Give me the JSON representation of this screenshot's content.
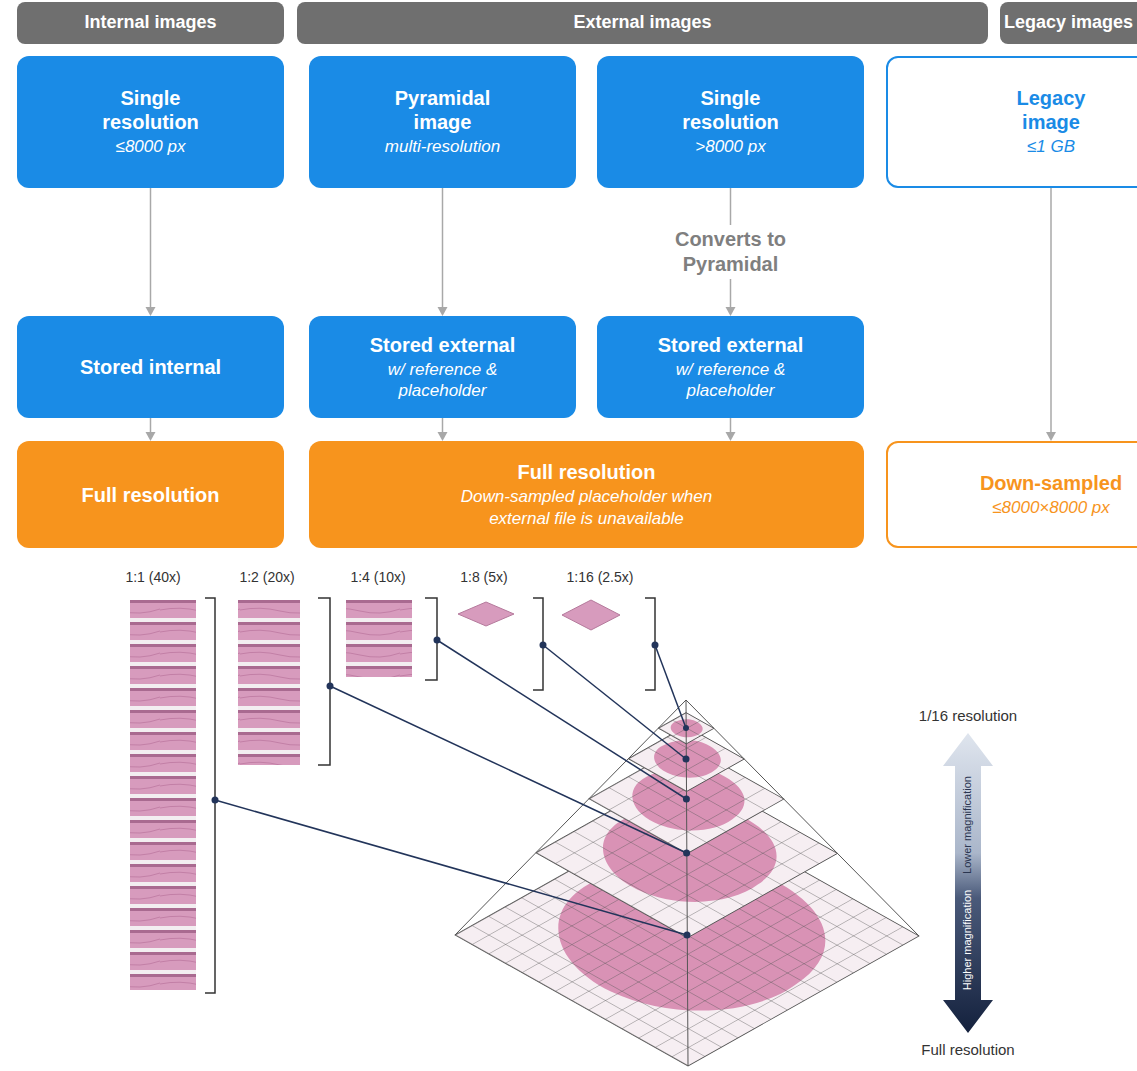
{
  "diagram": {
    "nodes": [
      {
        "text": [
          "Internal images"
        ]
      },
      {
        "text": [
          "External images"
        ]
      },
      {
        "text": [
          "Legacy images"
        ]
      },
      {
        "text": [
          "Single resolution",
          "≤8000 px"
        ]
      },
      {
        "text": [
          "Pyramidal image",
          "multi-resolution"
        ]
      },
      {
        "text": [
          "Single resolution",
          ">8000 px"
        ]
      },
      {
        "text": [
          "Legacy image",
          "≤1 GB"
        ]
      },
      {
        "text": [
          "Stored internal"
        ]
      },
      {
        "text": [
          "Stored external",
          "w/ reference & placeholder"
        ]
      },
      {
        "text": [
          "Stored external",
          "w/ reference & placeholder"
        ]
      },
      {
        "text": [
          "Full resolution"
        ]
      },
      {
        "text": [
          "Full resolution",
          "Down-sampled placeholder when external file is unavailable"
        ]
      },
      {
        "text": [
          "Down-sampled",
          "≤8000×8000 px"
        ]
      }
    ],
    "edges": [
      {
        "from": 3,
        "to": 7,
        "arrow": "to"
      },
      {
        "from": 4,
        "to": 8,
        "arrow": "to"
      },
      {
        "from": 5,
        "to": 9,
        "label": "Converts to Pyramidal",
        "arrow": "to"
      },
      {
        "from": 6,
        "to": 12,
        "arrow": "to"
      },
      {
        "from": 7,
        "to": 10,
        "arrow": "to"
      },
      {
        "from": 8,
        "to": 11,
        "arrow": "to"
      },
      {
        "from": 9,
        "to": 11,
        "arrow": "to"
      }
    ],
    "labels": [
      "1:1 (40x)",
      "1:2 (20x)",
      "1:4 (10x)",
      "1:8 (5x)",
      "1:16 (2.5x)",
      "1/16 resolution",
      "Lower magnification",
      "Higher magnification",
      "Full resolution"
    ]
  }
}
